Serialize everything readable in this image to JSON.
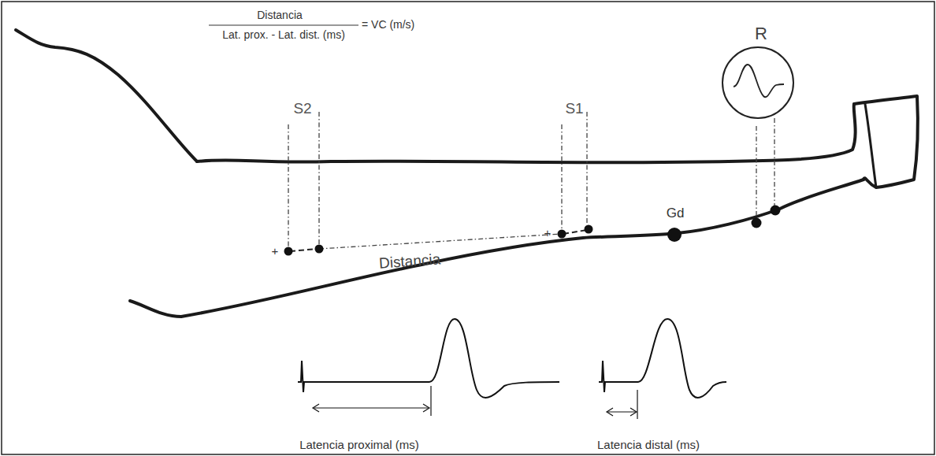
{
  "diagram": {
    "nodes": [
      {
        "text": [
          "R"
        ]
      }
    ],
    "labels": [
      "Distancia",
      "Lat. prox. - Lat. dist. (ms)",
      "= VC (m/s)",
      "S2",
      "S1",
      "+",
      "+",
      "Gd",
      "Distancia",
      "Latencia proximal (ms)",
      "Latencia distal (ms)"
    ]
  }
}
